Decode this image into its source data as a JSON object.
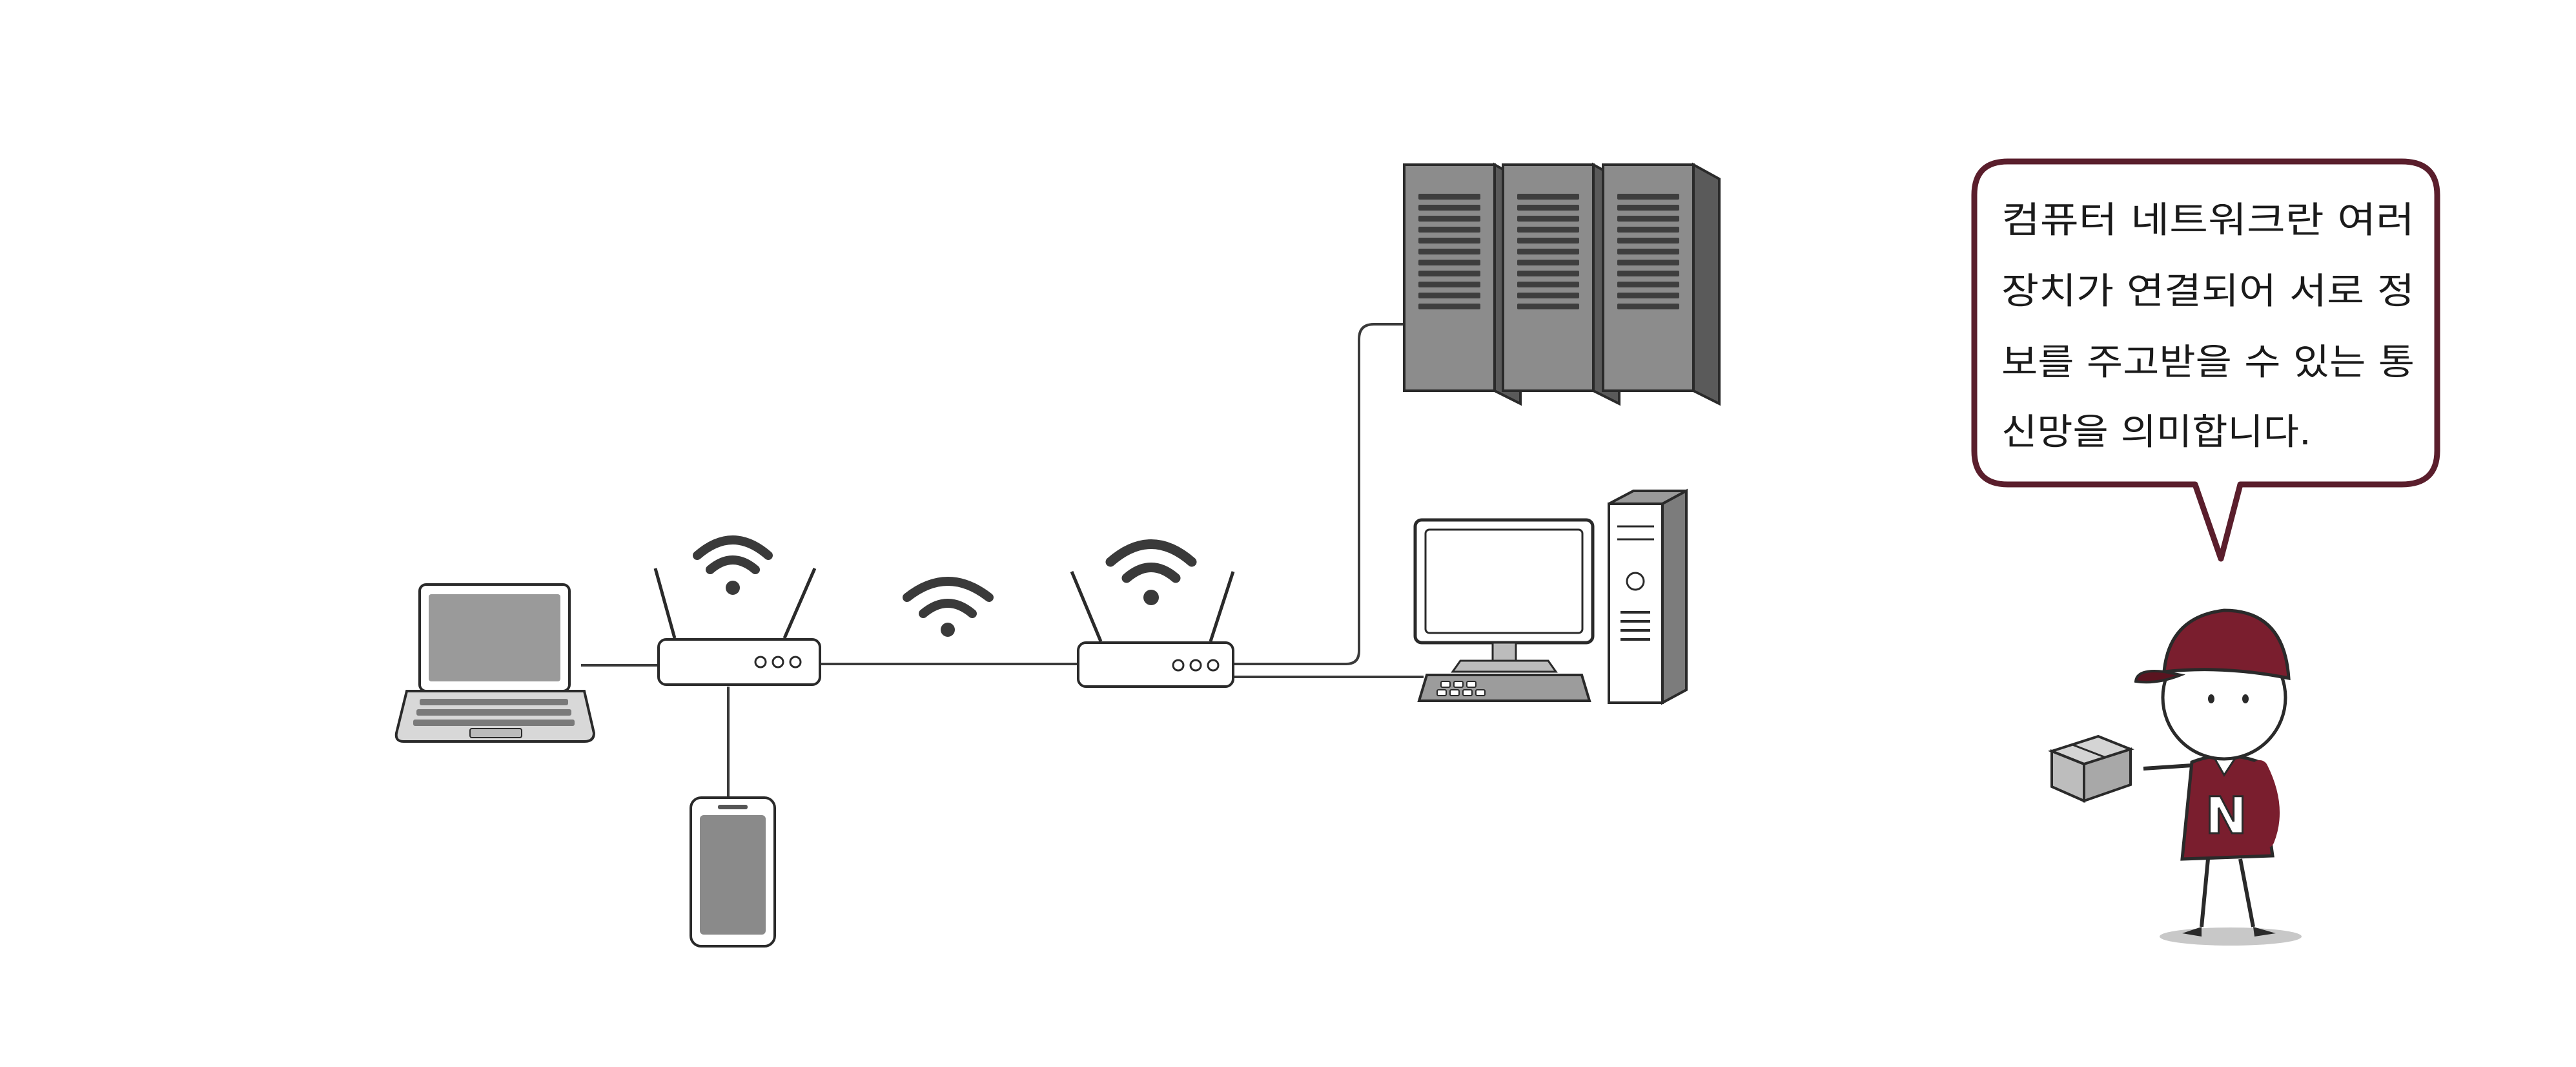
{
  "speech_bubble": {
    "lines": [
      "컴퓨터 네트워크란 여러",
      "장치가 연결되어 서로 정",
      "보를 주고받을 수 있는 통",
      "신망을 의미합니다."
    ]
  },
  "character": {
    "shirt_letter": "N"
  },
  "colors": {
    "outline": "#2a2a2a",
    "device_gray": "#8c8c8c",
    "server_dark": "#6b6b6b",
    "bubble_border": "#5a1e2c",
    "character_red": "#7a1e2e",
    "wifi": "#3a3a3a"
  },
  "icons": [
    "laptop-icon",
    "router-icon",
    "smartphone-icon",
    "wifi-icon",
    "server-rack-icon",
    "desktop-monitor-icon",
    "keyboard-icon",
    "pc-tower-icon",
    "person-icon",
    "package-icon"
  ]
}
